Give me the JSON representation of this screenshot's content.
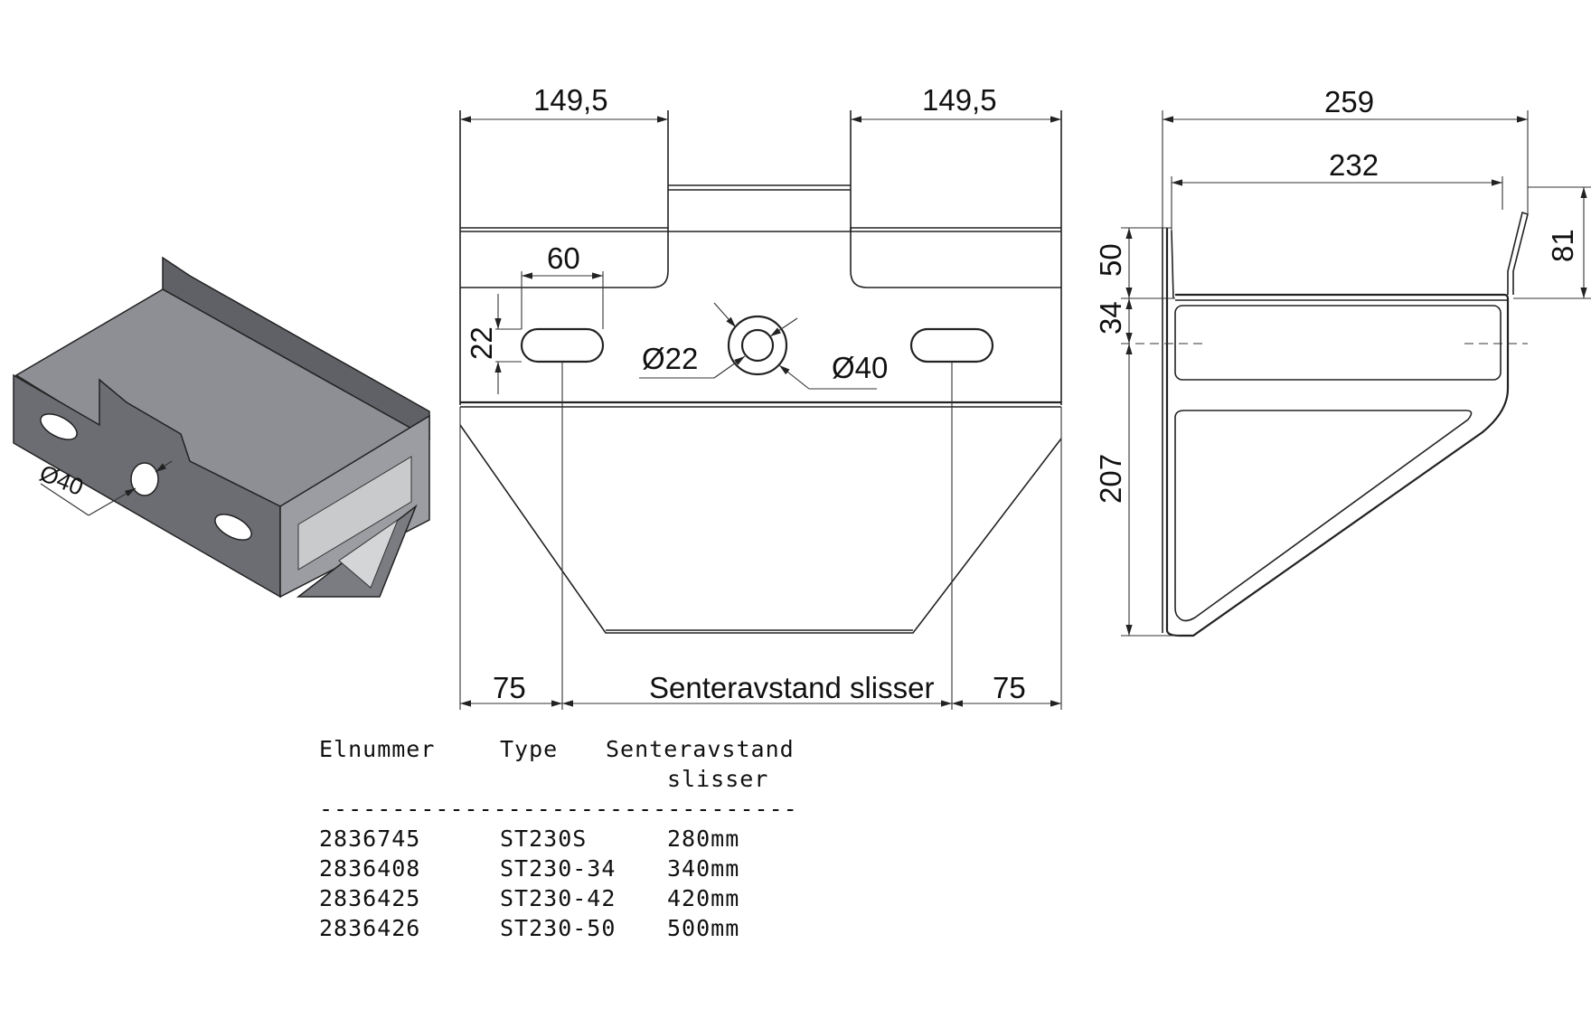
{
  "iso_view": {
    "hole_label": "Ø40"
  },
  "front_view": {
    "dim_top_left": "149,5",
    "dim_top_right": "149,5",
    "dim_slot_width": "60",
    "dim_slot_height": "22",
    "dim_small_hole": "Ø22",
    "dim_large_hole": "Ø40",
    "dim_bottom_left": "75",
    "dim_bottom_center": "Senteravstand slisser",
    "dim_bottom_right": "75"
  },
  "side_view": {
    "dim_total_width": "259",
    "dim_inner_width": "232",
    "dim_top_height": "50",
    "dim_mid_height": "34",
    "dim_lower_height": "207",
    "dim_right_height": "81"
  },
  "table": {
    "headers": [
      "Elnummer",
      "Type",
      "Senteravstand"
    ],
    "header_line2": "slisser",
    "separator": "---------------------------------",
    "rows": [
      [
        "2836745",
        "ST230S",
        "280mm"
      ],
      [
        "2836408",
        "ST230-34",
        "340mm"
      ],
      [
        "2836425",
        "ST230-42",
        "420mm"
      ],
      [
        "2836426",
        "ST230-50",
        "500mm"
      ]
    ]
  }
}
